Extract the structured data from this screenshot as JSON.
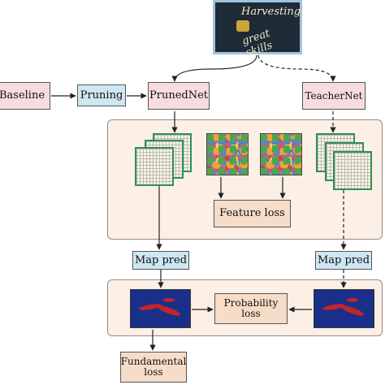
{
  "photo": {
    "text_line1": "Harvesting",
    "text_line2": "great skills"
  },
  "nodes": {
    "baseline": "Baseline",
    "pruning": "Pruning",
    "prunednet": "PrunedNet",
    "teachernet": "TeacherNet",
    "feature_loss": "Feature loss",
    "map_pred_left": "Map pred",
    "map_pred_right": "Map pred",
    "probability_loss_1": "Probability",
    "probability_loss_2": "loss",
    "fundamental_loss_1": "Fundamental",
    "fundamental_loss_2": "loss"
  },
  "colors": {
    "pruned_box": "#f6dcdc",
    "pruning_box": "#cfe7f2",
    "loss_box": "#f7dcc7",
    "panel": "#fbefe6"
  }
}
